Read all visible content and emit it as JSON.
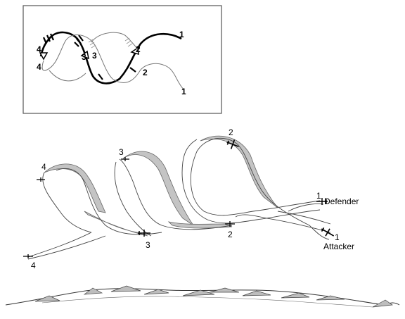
{
  "inset": {
    "labels": [
      "1",
      "1",
      "2",
      "2",
      "3",
      "3",
      "4",
      "4"
    ]
  },
  "main": {
    "point_labels": [
      "1",
      "1",
      "2",
      "2",
      "3",
      "3",
      "4",
      "4"
    ],
    "defender_label": "Defender",
    "attacker_label": "Attacker"
  }
}
